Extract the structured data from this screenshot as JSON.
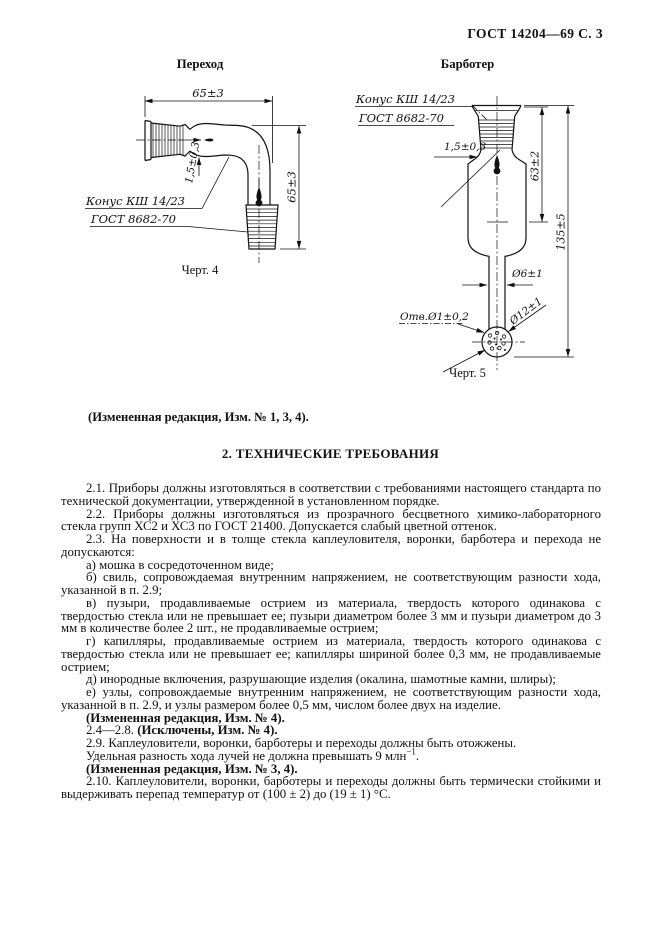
{
  "page": {
    "header": "ГОСТ 14204—69 С. 3"
  },
  "fig4": {
    "title": "Переход",
    "caption": "Черт. 4",
    "dim_width": "65±3",
    "dim_height": "65±3",
    "dim_wall": "1,5±0,3",
    "cone_label_1": "Конус КШ 14/23",
    "cone_label_2": "ГОСТ 8682-70"
  },
  "fig5": {
    "title": "Барботер",
    "caption": "Черт. 5",
    "cone_label_1": "Конус КШ 14/23",
    "cone_label_2": "ГОСТ 8682-70",
    "dim_wall": "1,5±0,3",
    "dim_upper": "63±2",
    "dim_total": "135±5",
    "dim_tube": "Ø6±1",
    "dim_holes": "Отв.Ø1±0,2",
    "dim_sphere": "Ø12±1"
  },
  "revision_note": "(Измененная редакция, Изм. № 1, 3, 4).",
  "section": {
    "heading": "2. ТЕХНИЧЕСКИЕ ТРЕБОВАНИЯ"
  },
  "body": {
    "p1": "2.1. Приборы должны изготовляться в соответствии с требованиями настоящего стандарта по технической документации, утвержденной в установленном порядке.",
    "p2": "2.2. Приборы должны изготовляться из прозрачного бесцветного химико-лабораторного стекла групп ХС2 и ХС3 по ГОСТ 21400. Допускается слабый цветной оттенок.",
    "p3": "2.3. На поверхности и в толще стекла каплеуловителя, воронки, барботера и перехода не допускаются:",
    "p4": "а) мошка в сосредоточенном виде;",
    "p5": "б) свиль, сопровождаемая внутренним напряжением, не соответствующим разности хода, указанной в п. 2.9;",
    "p6": "в) пузыри, продавливаемые острием из материала, твердость которого одинакова с твердостью стекла или не превышает ее; пузыри диаметром более 3 мм и пузыри диаметром до 3 мм в количестве более 2 шт., не продавливаемые острием;",
    "p7": "г) капилляры, продавливаемые острием из материала, твердость которого одинакова с твердостью стекла или не превышает ее; капилляры шириной более 0,3 мм, не продавливаемые острием;",
    "p8": "д) инородные включения, разрушающие изделия (окалина, шамотные камни, шлиры);",
    "p9": "е) узлы, сопровождаемые внутренним напряжением, не соответствующим разности хода, указанной в п. 2.9, и узлы размером более 0,5 мм, числом более двух на изделие.",
    "p10": "(Измененная редакция, Изм. № 4).",
    "p11_prefix": "2.4—2.8. ",
    "p11_bold": "(Исключены, Изм. № 4).",
    "p12": "2.9. Каплеуловители, воронки, барботеры и переходы должны быть отожжены.",
    "p13_text": "Удельная разность хода лучей не должна превышать 9 млн",
    "p13_sup": "−1",
    "p13_tail": ".",
    "p14": "(Измененная редакция, Изм. № 3, 4).",
    "p15": "2.10. Каплеуловители, воронки, барботеры и переходы должны быть термически стойкими и выдерживать перепад температур от (100 ± 2) до (19 ± 1) °С."
  }
}
